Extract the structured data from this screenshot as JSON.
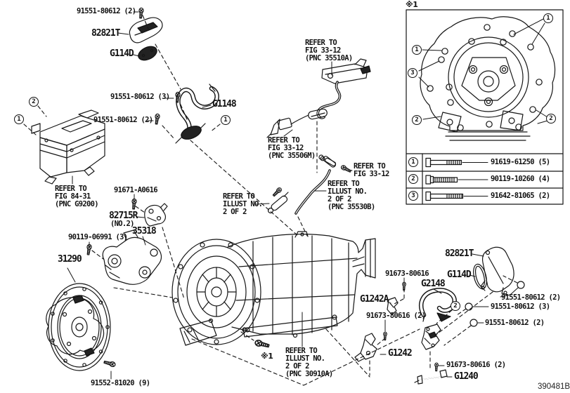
{
  "figure": {
    "id": "390481B",
    "footnote_marker": "※1"
  },
  "callout_numbers": {
    "one": "1",
    "two": "2",
    "three": "3"
  },
  "labels": {
    "bolt_91551_80612_x2_top": "91551-80612 (2)",
    "bracket_82821t_top": "82821T",
    "gasket_g114d_top": "G114D",
    "bolt_91551_80612_x3_left": "91551-80612 (3)",
    "clamp_g1148": "G1148",
    "bolt_91551_80612_x2_left": "91551-80612 (2)",
    "refer_fig_84_31": "REFER TO\nFIG 84-31\n(PNC G9200)",
    "bolt_91671_a0616": "91671-A0616",
    "bracket_82715r": "82715R",
    "bracket_82715r_note": "(NO.2)",
    "pump_35318": "35318",
    "bolt_90119_06991_x3": "90119-06991 (3)",
    "flywheel_31290": "31290",
    "bolt_91552_81020_x9": "91552-81020 (9)",
    "refer_fig_33_12_35510a": "REFER TO\nFIG 33-12\n(PNC 35510A)",
    "refer_fig_33_12_35506m": "REFER TO\nFIG 33-12\n(PNC 35506M)",
    "refer_fig_33_12": "REFER TO\nFIG 33-12",
    "refer_illust_35530b": "REFER TO\nILLUST NO.\n2 OF 2\n(PNC 35530B)",
    "refer_illust_mid": "REFER TO\nILLUST NO.\n2 OF 2",
    "refer_illust_30910a": "REFER TO\nILLUST NO.\n2 OF 2\n(PNC 30910A)",
    "bracket_82821t_right": "82821T",
    "oring_g114d_right": "G114D",
    "bolt_91551_80612_x2_r1": "91551-80612 (2)",
    "bolt_91551_80612_x3_r": "91551-80612 (3)",
    "bolt_91551_80612_x2_r2": "91551-80612 (2)",
    "bolt_91673_80616": "91673-80616",
    "hose_g2148": "G2148",
    "bracket_g1242a": "G1242A",
    "bolt_91673_80616_x2_a": "91673-80616 (2)",
    "bracket_g1242": "G1242",
    "bolt_91673_80616_x2_b": "91673-80616 (2)",
    "pipe_g1240": "G1240"
  },
  "fastener_table": {
    "rows": [
      {
        "no": "1",
        "part_number": "91619-61250 (5)"
      },
      {
        "no": "2",
        "part_number": "90119-10260 (4)"
      },
      {
        "no": "3",
        "part_number": "91642-81065 (2)"
      }
    ]
  }
}
